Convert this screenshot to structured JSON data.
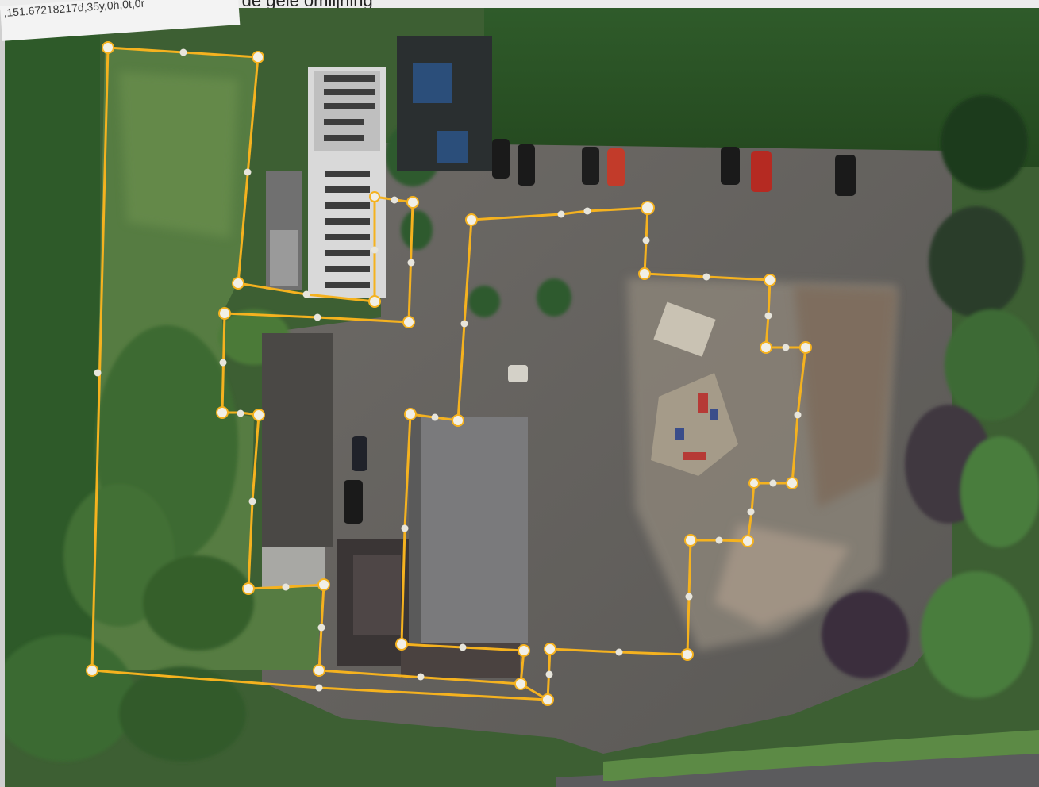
{
  "page": {
    "title": "Kerstmarkt binnen de gele omlijning"
  },
  "map": {
    "coordinates_text": ",151.67218217d,35y,0h,0t,0r",
    "view": "satellite",
    "outline_color": "#f5b21f",
    "vertex_color": "#f1efe6"
  }
}
